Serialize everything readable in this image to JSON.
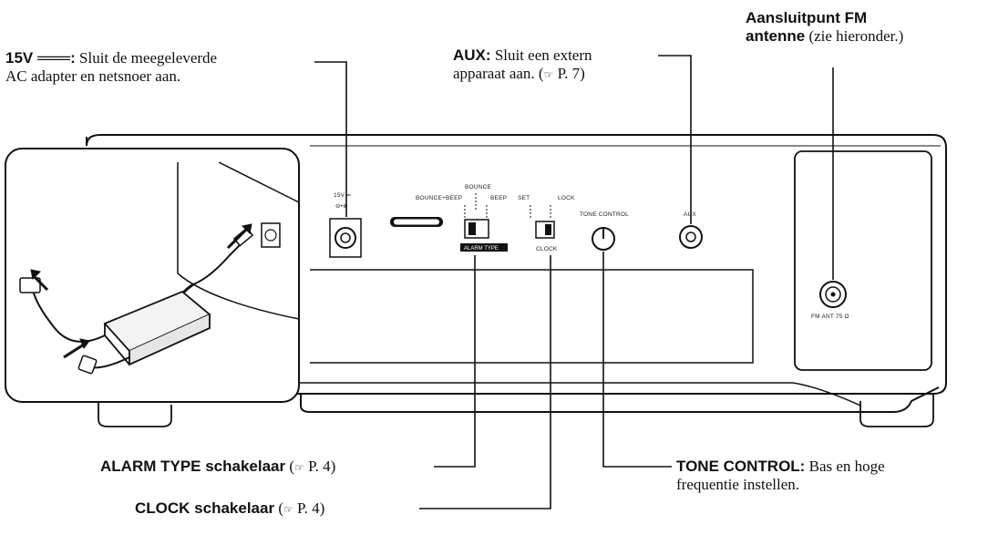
{
  "callouts": {
    "power": {
      "label": "15V ═══:",
      "text1": " Sluit de meegeleverde",
      "text2": "AC adapter en netsnoer aan."
    },
    "aux": {
      "label": "AUX:",
      "text1": " Sluit een extern",
      "text2": "apparaat aan. (",
      "ref": "☞",
      "page": " P. 7)"
    },
    "fm": {
      "line1": "Aansluitpunt FM",
      "label2": "antenne",
      "text2": " (zie hieronder.)"
    },
    "alarm": {
      "label": "ALARM TYPE schakelaar",
      "text": " (",
      "ref": "☞",
      "page": " P. 4)"
    },
    "clock": {
      "label": "CLOCK schakelaar",
      "text": " (",
      "ref": "☞",
      "page": " P. 4)"
    },
    "tone": {
      "label": "TONE CONTROL:",
      "text1": " Bas en hoge",
      "text2": "frequentie instellen."
    }
  },
  "panel_labels": {
    "power_rating": "15V ═",
    "polarity": "⊖•⊕",
    "bounce": "BOUNCE",
    "bounce_beep": "BOUNCE+BEEP",
    "beep": "BEEP",
    "set": "SET",
    "lock": "LOCK",
    "tone_control": "TONE CONTROL",
    "alarm_type": "ALARM TYPE",
    "clock": "CLOCK",
    "aux": "AUX",
    "fm_ant": "FM ANT 75 Ω"
  }
}
